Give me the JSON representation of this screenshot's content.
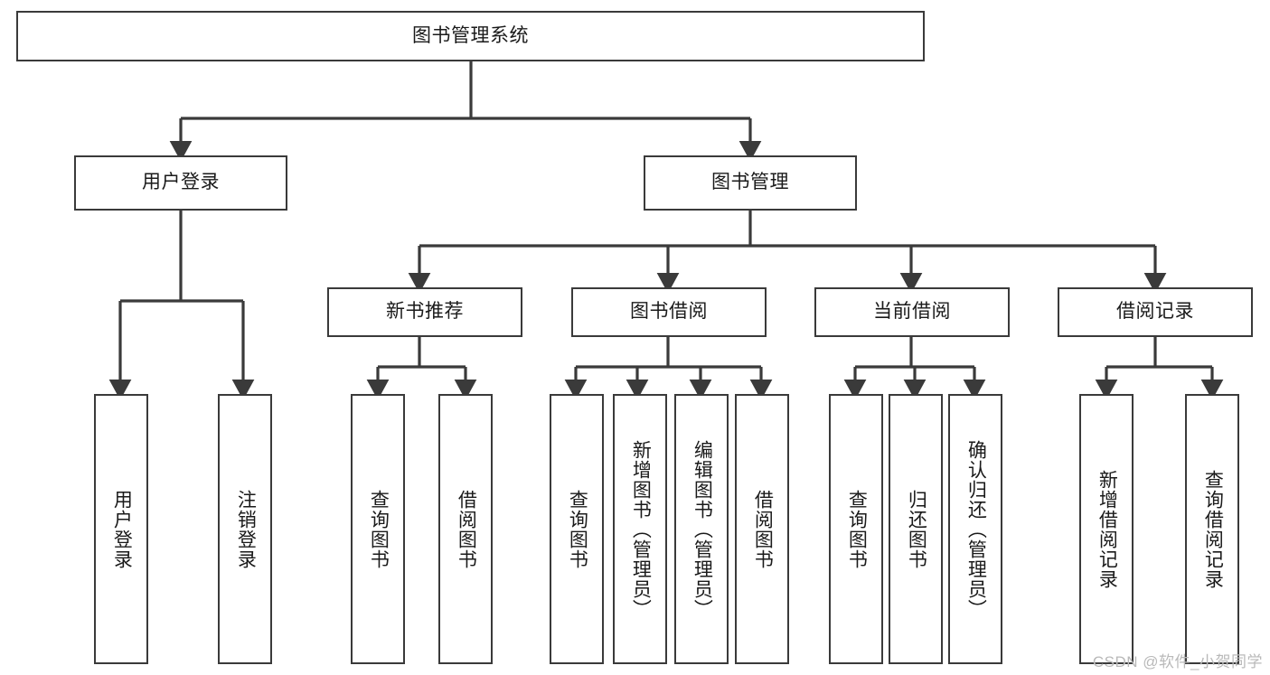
{
  "diagram": {
    "title": "图书管理系统",
    "type": "tree-hierarchy-chart",
    "orientation": "top-down",
    "stroke_color": "#3a3a3a",
    "fill_color": "#ffffff",
    "text_color": "#1a1a1a"
  },
  "nodes": {
    "root": {
      "label": "图书管理系统",
      "level": 0
    },
    "l1": [
      {
        "id": "user-login",
        "label": "用户登录",
        "level": 1
      },
      {
        "id": "book-manage",
        "label": "图书管理",
        "level": 1
      }
    ],
    "l2": [
      {
        "id": "new-book-recommend",
        "label": "新书推荐",
        "level": 2,
        "parent": "book-manage"
      },
      {
        "id": "book-borrow",
        "label": "图书借阅",
        "level": 2,
        "parent": "book-manage"
      },
      {
        "id": "current-borrow",
        "label": "当前借阅",
        "level": 2,
        "parent": "book-manage"
      },
      {
        "id": "borrow-record",
        "label": "借阅记录",
        "level": 2,
        "parent": "book-manage"
      }
    ],
    "leaves": [
      {
        "id": "leaf-user-login",
        "label": "用户登录",
        "parent": "user-login"
      },
      {
        "id": "leaf-user-logout",
        "label": "注销登录",
        "parent": "user-login"
      },
      {
        "id": "leaf-query-book-1",
        "label": "查询图书",
        "parent": "new-book-recommend"
      },
      {
        "id": "leaf-borrow-book-1",
        "label": "借阅图书",
        "parent": "new-book-recommend"
      },
      {
        "id": "leaf-query-book-2",
        "label": "查询图书",
        "parent": "book-borrow"
      },
      {
        "id": "leaf-add-book",
        "label": "新增图书（管理员）",
        "parent": "book-borrow"
      },
      {
        "id": "leaf-edit-book",
        "label": "编辑图书（管理员）",
        "parent": "book-borrow"
      },
      {
        "id": "leaf-borrow-book-2",
        "label": "借阅图书",
        "parent": "book-borrow"
      },
      {
        "id": "leaf-query-book-3",
        "label": "查询图书",
        "parent": "current-borrow"
      },
      {
        "id": "leaf-return-book",
        "label": "归还图书",
        "parent": "current-borrow"
      },
      {
        "id": "leaf-confirm-return",
        "label": "确认归还（管理员）",
        "parent": "current-borrow"
      },
      {
        "id": "leaf-add-record",
        "label": "新增借阅记录",
        "parent": "borrow-record"
      },
      {
        "id": "leaf-query-record",
        "label": "查询借阅记录",
        "parent": "borrow-record"
      }
    ]
  },
  "watermark": {
    "text": "CSDN @软件_小贺同学"
  }
}
